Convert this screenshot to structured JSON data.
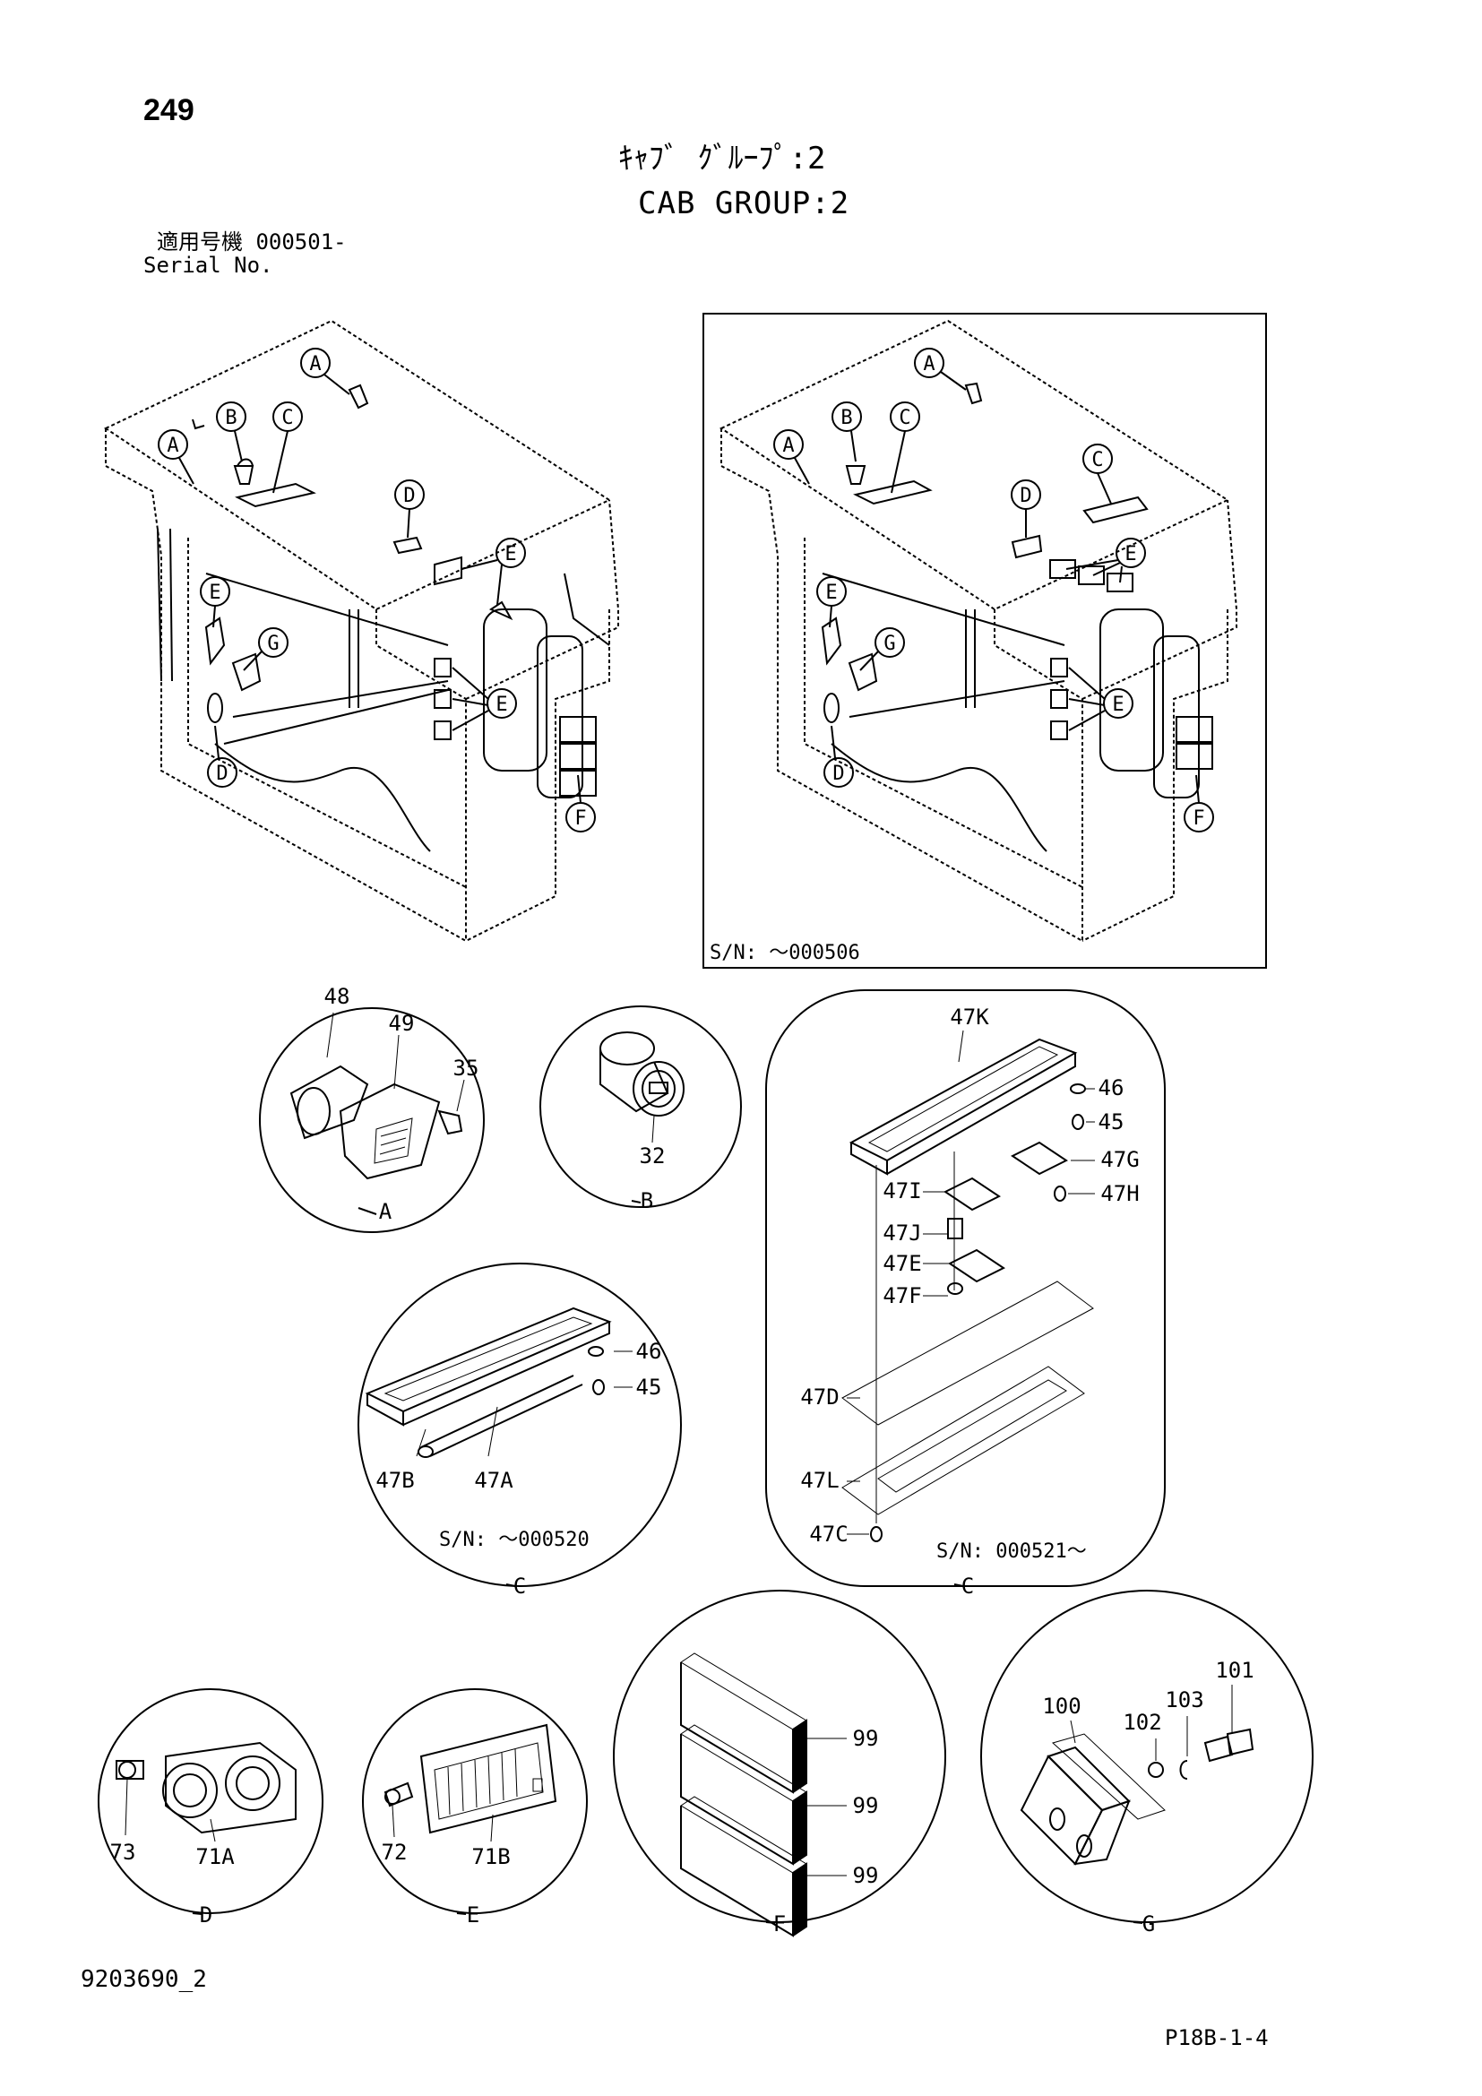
{
  "header": {
    "page_number": "249",
    "title_jp": "ｷｬﾌﾞ ｸﾞﾙｰﾌﾟ:2",
    "title_en": "CAB GROUP:2",
    "serial_label_jp": "適用号機  000501-",
    "serial_label_en": "Serial No."
  },
  "inset": {
    "serial_note": "S/N:  ～000506"
  },
  "callout_letters": [
    "A",
    "B",
    "C",
    "D",
    "E",
    "F",
    "G"
  ],
  "details": {
    "A": {
      "label": "A",
      "parts": [
        "48",
        "49",
        "35"
      ]
    },
    "B": {
      "label": "B",
      "parts": [
        "32"
      ]
    },
    "C_old": {
      "label": "C",
      "serial_note": "S/N:  ～000520",
      "parts": [
        "46",
        "45",
        "47B",
        "47A"
      ]
    },
    "C_new": {
      "label": "C",
      "serial_note": "S/N:  000521～",
      "parts": [
        "47K",
        "46",
        "45",
        "47G",
        "47I",
        "47H",
        "47J",
        "47E",
        "47F",
        "47D",
        "47L",
        "47C"
      ]
    },
    "D": {
      "label": "D",
      "parts": [
        "73",
        "71A"
      ]
    },
    "E": {
      "label": "E",
      "parts": [
        "72",
        "71B"
      ]
    },
    "F": {
      "label": "F",
      "parts": [
        "99",
        "99",
        "99"
      ]
    },
    "G": {
      "label": "G",
      "parts": [
        "100",
        "102",
        "103",
        "101"
      ]
    }
  },
  "footer": {
    "drawing_number": "9203690_2",
    "page_code": "P18B-1-4"
  }
}
